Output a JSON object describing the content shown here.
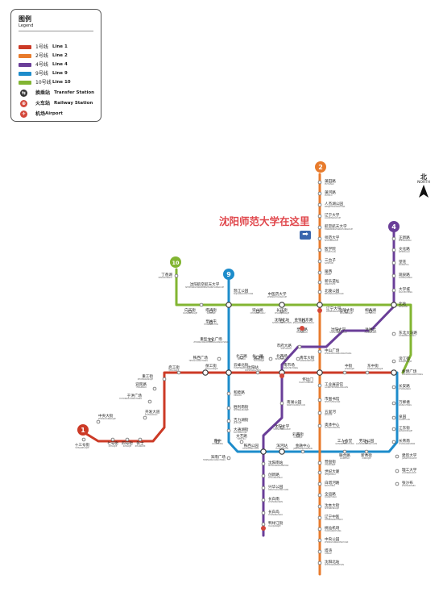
{
  "legend": {
    "title": "图例",
    "subtitle": "Legend",
    "lines": [
      {
        "cn": "1号线",
        "en": "Line 1",
        "color": "#cc3a26"
      },
      {
        "cn": "2号线",
        "en": "Line 2",
        "color": "#e87b2c"
      },
      {
        "cn": "4号线",
        "en": "Line 4",
        "color": "#6a3e98"
      },
      {
        "cn": "9号线",
        "en": "Line 9",
        "color": "#1d8ccb"
      },
      {
        "cn": "10号线",
        "en": "Line 10",
        "color": "#82b532"
      }
    ],
    "symbols": [
      {
        "cn": "换乘站",
        "en": "Transfer Station",
        "icon": "transfer-icon"
      },
      {
        "cn": "火车站",
        "en": "Railway Station",
        "icon": "railway-icon"
      },
      {
        "cn": "机场",
        "en": "Airport",
        "icon": "airport-icon"
      }
    ]
  },
  "callout": {
    "text": "沈阳师范大学在这里",
    "icon": "arrow-right-icon"
  },
  "north": {
    "cn": "北",
    "en": "NORTH"
  },
  "line_badges": [
    {
      "label": "1",
      "color": "#cc3a26"
    },
    {
      "label": "2",
      "color": "#e87b2c"
    },
    {
      "label": "4",
      "color": "#6a3e98"
    },
    {
      "label": "9",
      "color": "#1d8ccb"
    },
    {
      "label": "10",
      "color": "#82b532"
    }
  ],
  "stations": [
    {
      "cn": "十三号街",
      "py": "SHISANHAOJIE"
    },
    {
      "cn": "中央大街",
      "py": "ZHONGYANGDAJIE"
    },
    {
      "cn": "七号街",
      "py": "QIHAOJIE"
    },
    {
      "cn": "四号街",
      "py": "SIHAOJIE"
    },
    {
      "cn": "张士",
      "py": "ZHANGSHI"
    },
    {
      "cn": "开发大道",
      "py": "KAIFADADAO"
    },
    {
      "cn": "于洪广场",
      "py": "YUHONGGUANGCHANG"
    },
    {
      "cn": "迎宾路",
      "py": "YINGBINLU"
    },
    {
      "cn": "重工街",
      "py": "ZHONGGONGJIE"
    },
    {
      "cn": "启工街",
      "py": "QIGONGJIE"
    },
    {
      "cn": "保工街",
      "py": "BAOGONGJIE"
    },
    {
      "cn": "铁西广场",
      "py": "TIEXIGUANGCHANG"
    },
    {
      "cn": "云峰北街",
      "py": "YUNFENGBEIJIE"
    },
    {
      "cn": "沈阳站",
      "py": "SHENYANGZHAN"
    },
    {
      "cn": "太原街",
      "py": "TAIYUANJIE"
    },
    {
      "cn": "南市场",
      "py": "NANSHICHANG"
    },
    {
      "cn": "青年大街",
      "py": "QINGNIANDAJIE"
    },
    {
      "cn": "怀远门",
      "py": "HUAIYUANMEN"
    },
    {
      "cn": "中街",
      "py": "ZHONGJIE"
    },
    {
      "cn": "东中街",
      "py": "DONGZHONGJIE"
    },
    {
      "cn": "滂江街",
      "py": "PANGJIANGJIE"
    },
    {
      "cn": "黎明广场",
      "py": "LIMINGGUANGCHANG"
    },
    {
      "cn": "蒲田路",
      "py": "PUTIANLU"
    },
    {
      "cn": "蒲河路",
      "py": "PUHELU"
    },
    {
      "cn": "人杰湖公园",
      "py": "RENJIEHUGONGYUAN"
    },
    {
      "cn": "辽宁大学",
      "py": "LIAONINGDAXUE"
    },
    {
      "cn": "航空航天大学",
      "py": "HANGKONGHANGTIANDAXUE"
    },
    {
      "cn": "师范大学",
      "py": "SHIFANDAXUE"
    },
    {
      "cn": "医学院",
      "py": "YIXUEYUAN"
    },
    {
      "cn": "三台子",
      "py": "SANTAIZI"
    },
    {
      "cn": "陵西",
      "py": "LINGXI"
    },
    {
      "cn": "新乐遗址",
      "py": "XINLEYIZHI"
    },
    {
      "cn": "北陵公园",
      "py": "BEILINGGONGYUAN"
    },
    {
      "cn": "中医药大学",
      "py": "ZHONGYIYAODAXUE"
    },
    {
      "cn": "丁香湖",
      "py": "DINGXIANGHU"
    },
    {
      "cn": "沈阳航空航天大学",
      "py": "SHENYANGHANGKONGHANGTIANDAXUE"
    },
    {
      "cn": "怒江公园",
      "py": "NUJIANGGONGYUAN"
    },
    {
      "cn": "向工街",
      "py": "XIANGGONGJIE"
    },
    {
      "cn": "塔湾街",
      "py": "TAWANJIE"
    },
    {
      "cn": "皇姑屯",
      "py": "HUANGGUTUN"
    },
    {
      "cn": "崇山路",
      "py": "CHONGSHANLU"
    },
    {
      "cn": "长江街",
      "py": "CHANGJIANGJIE"
    },
    {
      "cn": "辽宁大学",
      "py": "LIAONINGDAXUE"
    },
    {
      "cn": "北陵大街",
      "py": "BEILINGDAJIE"
    },
    {
      "cn": "柳条湖",
      "py": "LIUTIAOHU"
    },
    {
      "cn": "北站",
      "py": "BEIZHAN"
    },
    {
      "cn": "金钱松东路",
      "py": "JINQIANSONGDONGLU"
    },
    {
      "cn": "沈阳北站",
      "py": "SHENYANGBEIZHAN"
    },
    {
      "cn": "皇寺路",
      "py": "HUANGSILU"
    },
    {
      "cn": "市府大路",
      "py": "SHIFUDALU"
    },
    {
      "cn": "北市场",
      "py": "BEISHICHANG"
    },
    {
      "cn": "中山广场",
      "py": "ZHONGSHANGUANGCHANG"
    },
    {
      "cn": "北二路",
      "py": "BEIERLU"
    },
    {
      "cn": "北一路",
      "py": "BEIYILU"
    },
    {
      "cn": "重型文化广场",
      "py": "ZHONGXINGWENHUAGUANGCHANG"
    },
    {
      "cn": "沈阳大学",
      "py": "SHENYANGDAXUE"
    },
    {
      "cn": "洪湖北",
      "py": "HONGHUBEI"
    },
    {
      "cn": "正新路",
      "py": "ZHENGXINLU"
    },
    {
      "cn": "文化路",
      "py": "WENHUALU"
    },
    {
      "cn": "望花",
      "py": "WANGHUA"
    },
    {
      "cn": "观泉路",
      "py": "GUANQUANLU"
    },
    {
      "cn": "大学城",
      "py": "DAXUECHENG"
    },
    {
      "cn": "东北大马路",
      "py": "DONGBEIDAMALU"
    },
    {
      "cn": "长安路",
      "py": "CHANGANLU"
    },
    {
      "cn": "万柳塘",
      "py": "WANLIUTANG"
    },
    {
      "cn": "泉园",
      "py": "QUANYUAN"
    },
    {
      "cn": "江东街",
      "py": "JIANGDONGJIE"
    },
    {
      "cn": "长青南",
      "py": "CHANGQINGNAN"
    },
    {
      "cn": "建筑大学",
      "py": "JIANZHUDAXUE"
    },
    {
      "cn": "理工大学",
      "py": "LIGONGDAXUE"
    },
    {
      "cn": "张沙布",
      "py": "ZHANGSHABU"
    },
    {
      "cn": "工业展览馆",
      "py": "GONGYEZHANLANGUAN"
    },
    {
      "cn": "市图书馆",
      "py": "SHITUSHUGUAN"
    },
    {
      "cn": "五里河",
      "py": "WULIHE"
    },
    {
      "cn": "奥体中心",
      "py": "AOTIZHONGXIN"
    },
    {
      "cn": "营盘街",
      "py": "YINGPANJIE"
    },
    {
      "cn": "世纪大厦",
      "py": "SHIJIDASHA"
    },
    {
      "cn": "白塔河路",
      "py": "BAITAHELU"
    },
    {
      "cn": "全运路",
      "py": "QUANYUNLU"
    },
    {
      "cn": "沈本大街",
      "py": "SHENBENDAJIE"
    },
    {
      "cn": "辽宁中医",
      "py": "LIAONINGZHONGYI"
    },
    {
      "cn": "桃仙机场",
      "py": "TAOXIANJICHANG"
    },
    {
      "cn": "中央公园",
      "py": "ZHONGYANGGONGYUAN"
    },
    {
      "cn": "塔湾",
      "py": "TAWAN"
    },
    {
      "cn": "浑南广场",
      "py": "HUNNANGUANGCHANG"
    },
    {
      "cn": "文艺路",
      "py": "WENYILU"
    },
    {
      "cn": "铁西公园",
      "py": "TIEXIGONGYUAN"
    },
    {
      "cn": "和睦路",
      "py": "HEMULU"
    },
    {
      "cn": "胜利南街",
      "py": "SHENGLINANJIE"
    },
    {
      "cn": "吉力湖街",
      "py": "JILIHUJIE"
    },
    {
      "cn": "大通湖街",
      "py": "DATONGHUJIE"
    },
    {
      "cn": "曹仲",
      "py": "CAOZHONG"
    },
    {
      "cn": "沈阳南站",
      "py": "SHENYANGNANZHAN"
    },
    {
      "cn": "创新路",
      "py": "CHUANGXINLU"
    },
    {
      "cn": "兴华公园",
      "py": "XINGHUAGONGYUAN"
    },
    {
      "cn": "长白南",
      "py": "CHANGBAINAN"
    },
    {
      "cn": "长白岛",
      "py": "CHANGBAIDAO"
    },
    {
      "cn": "浑河站",
      "py": "HUNHEZHAN"
    },
    {
      "cn": "金融中心",
      "py": "JINRONGZHONGXIN"
    },
    {
      "cn": "彩霞街",
      "py": "CAIXIAJIE"
    },
    {
      "cn": "南湖公园",
      "py": "NANHUGONGYUAN"
    },
    {
      "cn": "沈阳大学",
      "py": "SHENYANGDAXUE"
    },
    {
      "cn": "工人会堂",
      "py": "GONGRENHUITANG"
    },
    {
      "cn": "劳动公园",
      "py": "LAODONGGONGYUAN"
    },
    {
      "cn": "联合路",
      "py": "LIANHELU"
    },
    {
      "cn": "新秀街",
      "py": "XINXIUJIE"
    },
    {
      "cn": "鸭绿江街",
      "py": "YALUJIANGJIE"
    },
    {
      "cn": "沈阳北站",
      "py": "SHENYANGBEIZHAN"
    },
    {
      "cn": "综合保税区",
      "py": "ZONGHEBAOSHUIQU"
    }
  ]
}
